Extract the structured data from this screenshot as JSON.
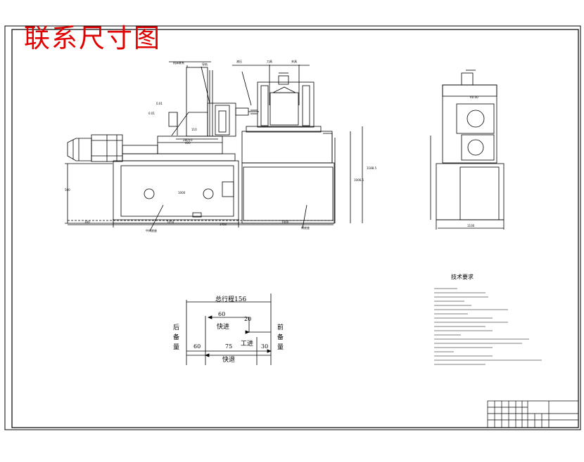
{
  "drawing": {
    "title": "联系尺寸图",
    "tech_requirements_heading": "技术要求",
    "cycle": {
      "total_label": "总行程156",
      "fast_forward_label": "快进",
      "fast_forward_value": "60",
      "work_feed_label": "工进",
      "work_feed_value": "20",
      "rear_margin_label": "后备量",
      "rear_margin_value": "60",
      "front_margin_label": "前备量",
      "front_margin_value": "30",
      "fast_return_label": "快退",
      "fast_return_value": "75"
    }
  }
}
